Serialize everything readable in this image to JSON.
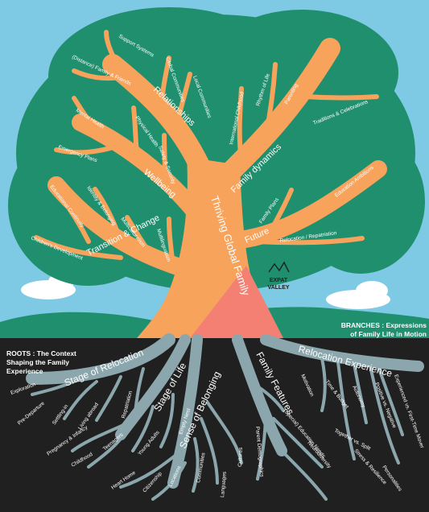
{
  "colors": {
    "sky": "#7ec9e3",
    "canopy": "#1f8f6e",
    "trunk": "#f7a35c",
    "coral": "#f47f73",
    "ground": "#202020",
    "roots": "#8ba7ad",
    "grass": "#1f8f6e",
    "cloud": "#ffffff"
  },
  "trunk_title": "Thriving Global Family",
  "branches_note": "BRANCHES : Expressions of Family Life in Motion",
  "roots_note": "ROOTS : The Context Shaping the Family Experience",
  "logo": {
    "line1": "EXPAT",
    "line2": "VALLEY"
  },
  "branches": {
    "relationships": {
      "title": "Relationships",
      "items": [
        "Support Systems",
        "(Distance) Family & Friends",
        "Global Communities",
        "Local Communities"
      ]
    },
    "family_dynamics": {
      "title": "Family dynamics",
      "items": [
        "International Childhood",
        "Rhythm of Life",
        "Parenting",
        "Traditions & Celebrations"
      ]
    },
    "wellbeing": {
      "title": "Wellbeing",
      "items": [
        "Mental Health",
        "Physical Health",
        "Safety & Security",
        "Emergency Plans"
      ]
    },
    "future": {
      "title": "Future",
      "items": [
        "Education Ambitions",
        "Family Plans",
        "Relocation / Repatriation"
      ]
    },
    "transition": {
      "title": "Transition & Change",
      "items": [
        "Educational Continuity",
        "Identity & Belonging",
        "Multiculturalism",
        "Multilingualism",
        "Children's Development"
      ]
    }
  },
  "roots": {
    "stage_of_relocation": {
      "title": "Stage of Relocation",
      "items": [
        "Exploration",
        "Pre-Departure",
        "Settling-in",
        "Living abroad",
        "Repatriation"
      ]
    },
    "stage_of_life": {
      "title": "Stage of Life",
      "items": [
        "Pregnancy & Infancy",
        "Childhood",
        "Teenagers",
        "Young Adults",
        "Empty Nest"
      ]
    },
    "sense_of_belonging": {
      "title": "Sense of Belonging",
      "items": [
        "Heart Home",
        "Citizenship",
        "Locations",
        "Communities",
        "Languages",
        "Cultures"
      ]
    },
    "family_features": {
      "title": "Family Features",
      "items": [
        "Motivation",
        "Time & Budget",
        "Parent Demographics",
        "(Special) Education Needs",
        "Neurodiversity"
      ]
    },
    "relocation_experience": {
      "title": "Relocation Experience",
      "items": [
        "Autonomy",
        "Positive vs. Negative",
        "Experienced vs. First-Time Mover",
        "Together vs. Split",
        "Stress & Resilience",
        "Personalities"
      ]
    }
  }
}
